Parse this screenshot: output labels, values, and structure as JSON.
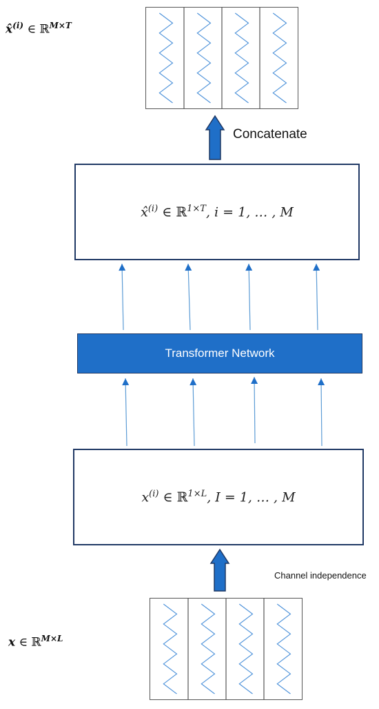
{
  "top_label": {
    "base": "x̂",
    "superscript": "(i)",
    "relation": " ∈ ℝ",
    "dims": "M×T"
  },
  "concat_label": "Concatenate",
  "output_box": {
    "base": "x̂",
    "superscript": "(i)",
    "relation": " ∈ ℝ",
    "dims": "1×T",
    "suffix": ", i = 1, … , M"
  },
  "transformer_label": "Transformer Network",
  "input_box": {
    "base": "x",
    "superscript": "(i)",
    "relation": " ∈ ℝ",
    "dims": "1×L",
    "suffix": ", I = 1, … , M"
  },
  "channel_label": "Channel independence",
  "bottom_label": {
    "base": "x",
    "relation": " ∈ ℝ",
    "dims": "M×L"
  },
  "colors": {
    "box_border": "#1f3864",
    "transformer_fill": "#1f6fc8",
    "arrow_blue": "#1f6fc8",
    "thin_arrow": "#5b9bd5",
    "zigzag": "#4a90d9"
  },
  "channels_count": 4
}
